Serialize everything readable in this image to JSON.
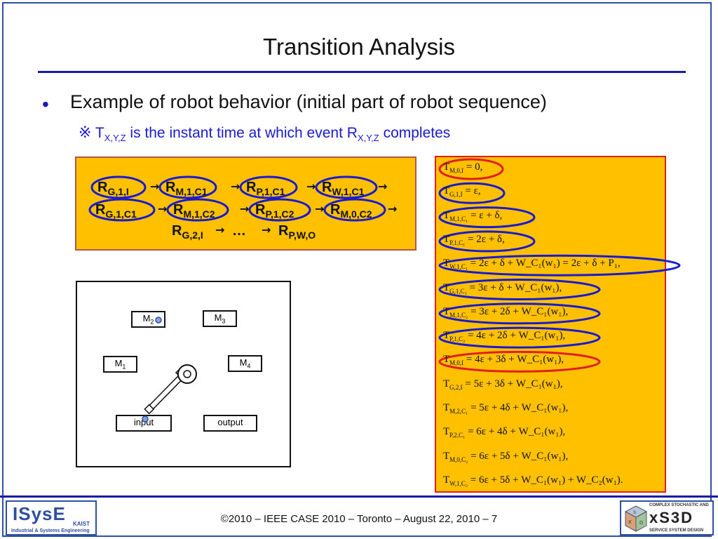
{
  "slide": {
    "title": "Transition Analysis",
    "bullet": "Example of robot behavior (initial part of robot sequence)",
    "note_mark": "※",
    "note_T": "T",
    "note_sub1": "X,Y,Z",
    "note_mid": " is the instant time at which event R",
    "note_sub2": "X,Y,Z",
    "note_end": " completes"
  },
  "sequence": {
    "row1": [
      {
        "base": "R",
        "sub": "G,1,I"
      },
      {
        "base": "R",
        "sub": "M,1,C1"
      },
      {
        "base": "R",
        "sub": "P,1,C1"
      },
      {
        "base": "R",
        "sub": "W,1,C1"
      }
    ],
    "row2": [
      {
        "base": "R",
        "sub": "G,1,C1"
      },
      {
        "base": "R",
        "sub": "M,1,C2"
      },
      {
        "base": "R",
        "sub": "P,1,C2"
      },
      {
        "base": "R",
        "sub": "M,0,C2"
      }
    ],
    "row3": [
      {
        "base": "R",
        "sub": "G,2,I"
      },
      {
        "base": "…",
        "sub": ""
      },
      {
        "base": "R",
        "sub": "P,W,O"
      }
    ],
    "arrow": "→"
  },
  "diagram": {
    "m2": {
      "base": "M",
      "sub": "2"
    },
    "m3": {
      "base": "M",
      "sub": "3"
    },
    "m1": {
      "base": "M",
      "sub": "1"
    },
    "m4": {
      "base": "M",
      "sub": "4"
    },
    "input": "input",
    "output": "output"
  },
  "equations": [
    {
      "T": "T",
      "sub": "M,0,I",
      "rhs": "= 0,",
      "oval": "red"
    },
    {
      "T": "T",
      "sub": "G,1,I",
      "rhs": "= ε,",
      "oval": "blue"
    },
    {
      "T": "T",
      "sub": "M,1,C₁",
      "rhs": "= ε + δ,",
      "oval": "blue"
    },
    {
      "T": "T",
      "sub": "P,1,C₁",
      "rhs": "= 2ε + δ,",
      "oval": "blue"
    },
    {
      "T": "T",
      "sub": "W,1,C₁",
      "rhs": "= 2ε + δ + W_C₁(w₁) = 2ε + δ + P₁,",
      "oval": "blue"
    },
    {
      "T": "T",
      "sub": "G,1,C₁",
      "rhs": "= 3ε + δ + W_C₁(w₁),",
      "oval": "blue"
    },
    {
      "T": "T",
      "sub": "M,1,C₂",
      "rhs": "= 3ε + 2δ + W_C₁(w₁),",
      "oval": "blue"
    },
    {
      "T": "T",
      "sub": "P,1,C₂",
      "rhs": "= 4ε + 2δ + W_C₁(w₁),",
      "oval": "blue"
    },
    {
      "T": "T",
      "sub": "M,0,I",
      "rhs": "= 4ε + 3δ + W_C₁(w₁),",
      "oval": "red"
    },
    {
      "T": "T",
      "sub": "G,2,I",
      "rhs": "= 5ε + 3δ + W_C₁(w₁),",
      "oval": ""
    },
    {
      "T": "T",
      "sub": "M,2,C₁",
      "rhs": "= 5ε + 4δ + W_C₁(w₁),",
      "oval": ""
    },
    {
      "T": "T",
      "sub": "P,2,C₁",
      "rhs": "= 6ε + 4δ + W_C₁(w₁),",
      "oval": ""
    },
    {
      "T": "T",
      "sub": "M,0,C₂",
      "rhs": "= 6ε + 5δ + W_C₁(w₁),",
      "oval": ""
    },
    {
      "T": "T",
      "sub": "W,1,C₂",
      "rhs": "= 6ε + 5δ + W_C₁(w₁) + W_C₂(w₁).",
      "oval": ""
    }
  ],
  "footer": {
    "text": "©2010 – IEEE CASE 2010 – Toronto – August 22, 2010 – 7"
  },
  "logos": {
    "left_main": "ISysE",
    "left_kaist": "KAIST",
    "left_sub": "Industrial & Systems Engineering",
    "right_top": "COMPLEX STOCHASTIC AND",
    "right_main": "xS3D",
    "right_bottom": "SERVICE SYSTEM DESIGN"
  },
  "colors": {
    "accent_blue": "#1a1aa8",
    "highlight_orange": "#ffc000",
    "oval_blue": "#1a1ad0",
    "oval_red": "#e02020"
  }
}
